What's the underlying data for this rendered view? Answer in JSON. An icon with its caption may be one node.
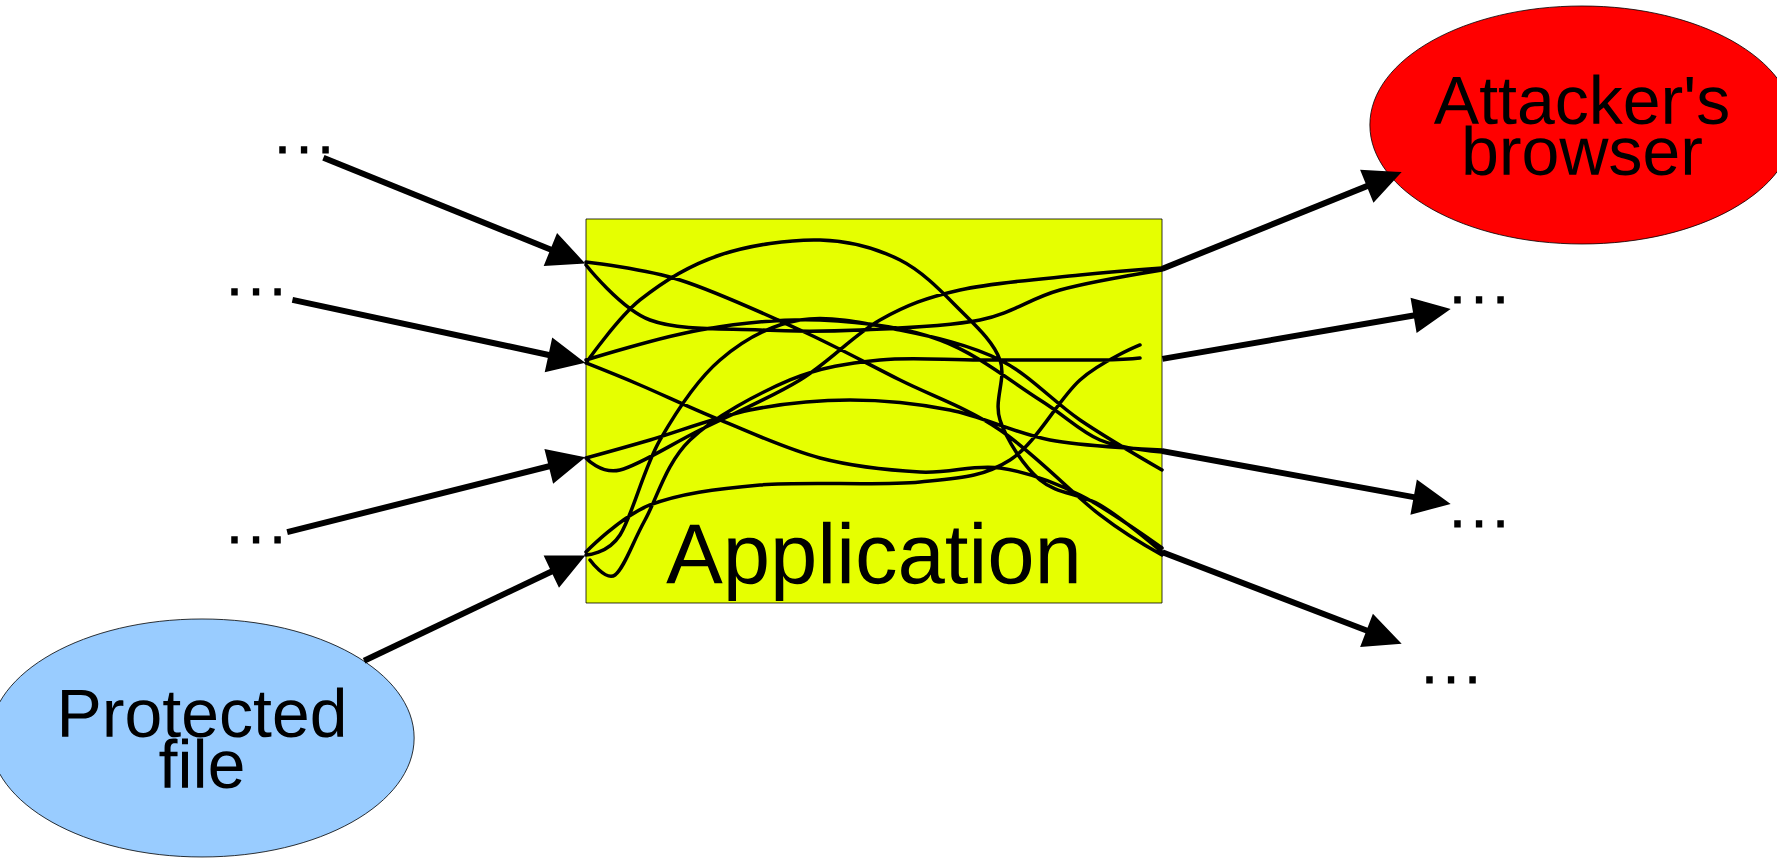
{
  "diagram": {
    "nodes": [
      {
        "text": [
          "…"
        ]
      },
      {
        "text": [
          "…"
        ]
      },
      {
        "text": [
          "…"
        ]
      },
      {
        "text": [
          "Protected file"
        ]
      },
      {
        "text": [
          "Application"
        ]
      },
      {
        "text": [
          "Attacker's browser"
        ]
      },
      {
        "text": [
          "…"
        ]
      },
      {
        "text": [
          "…"
        ]
      },
      {
        "text": [
          "…"
        ]
      }
    ],
    "edges": [
      {
        "from": 0,
        "to": 4,
        "arrow": "to"
      },
      {
        "from": 1,
        "to": 4,
        "arrow": "to"
      },
      {
        "from": 2,
        "to": 4,
        "arrow": "to"
      },
      {
        "from": 3,
        "to": 4,
        "arrow": "to"
      },
      {
        "from": 4,
        "to": 5,
        "arrow": "to"
      },
      {
        "from": 4,
        "to": 6,
        "arrow": "to"
      },
      {
        "from": 4,
        "to": 7,
        "arrow": "to"
      },
      {
        "from": 4,
        "to": 8,
        "arrow": "to"
      }
    ]
  }
}
